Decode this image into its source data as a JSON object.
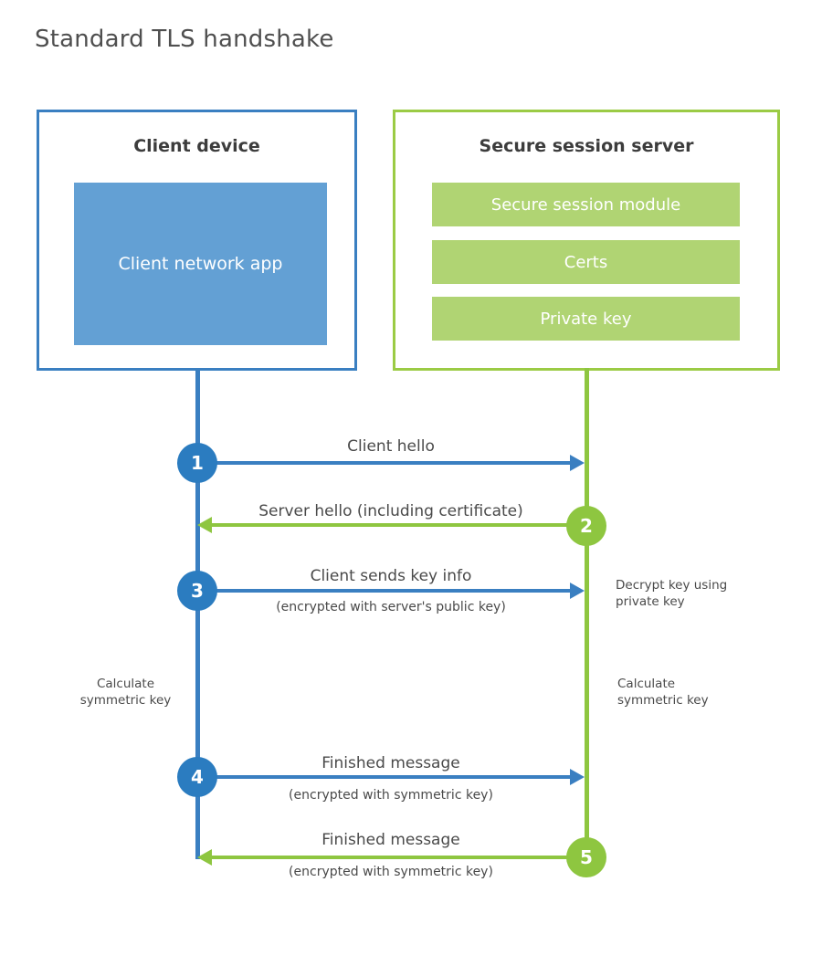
{
  "title": "Standard TLS handshake",
  "colors": {
    "client_blue": "#3a7fc1",
    "client_app_fill": "#63a0d4",
    "server_green": "#8ec640",
    "server_block_fill": "#b0d473",
    "title_gray": "#4f4f4f",
    "text_gray": "#4a4a4a",
    "background": "#ffffff"
  },
  "client": {
    "title": "Client device",
    "app_label": "Client network app"
  },
  "server": {
    "title": "Secure session server",
    "blocks": [
      {
        "label": "Secure session module"
      },
      {
        "label": "Certs"
      },
      {
        "label": "Private key"
      }
    ]
  },
  "steps": [
    {
      "number": "1",
      "side": "client",
      "direction": "to-server",
      "label": "Client hello",
      "sublabel": ""
    },
    {
      "number": "2",
      "side": "server",
      "direction": "to-client",
      "label": "Server hello (including certificate)",
      "sublabel": ""
    },
    {
      "number": "3",
      "side": "client",
      "direction": "to-server",
      "label": "Client sends key info",
      "sublabel": "(encrypted with server's public key)"
    },
    {
      "number": "4",
      "side": "client",
      "direction": "to-server",
      "label": "Finished message",
      "sublabel": "(encrypted with symmetric key)"
    },
    {
      "number": "5",
      "side": "server",
      "direction": "to-client",
      "label": "Finished message",
      "sublabel": "(encrypted with symmetric key)"
    }
  ],
  "notes": {
    "decrypt_key": "Decrypt key using\nprivate key",
    "client_calculate": "Calculate\nsymmetric key",
    "server_calculate": "Calculate\nsymmetric key"
  }
}
